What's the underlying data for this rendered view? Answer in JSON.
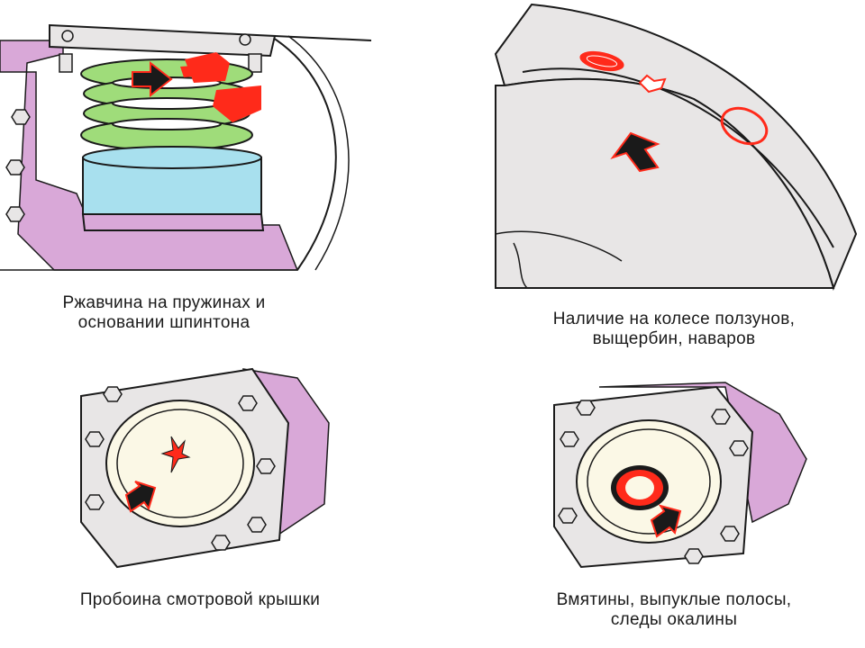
{
  "panels": {
    "spring": {
      "caption_line1": "Ржавчина на пружинах и",
      "caption_line2": "основании шпинтона"
    },
    "wheel": {
      "caption_line1": "Наличие на колесе ползунов,",
      "caption_line2": "выщербин, наваров"
    },
    "cover_hole": {
      "caption_line1": "Пробоина смотровой крышки"
    },
    "cover_dent": {
      "caption_line1": "Вмятины, выпуклые полосы,",
      "caption_line2": "следы окалины"
    }
  },
  "colors": {
    "spring_green": "#9fdc7a",
    "base_blue": "#a8e0ee",
    "frame_purple": "#d9a8d8",
    "rust_red": "#ff2a1a",
    "metal_gray": "#e8e6e6",
    "cover_cream": "#fbf8e6",
    "outline": "#1a1a1a"
  },
  "icons": [
    "arrow-icon",
    "bolt-icon"
  ]
}
